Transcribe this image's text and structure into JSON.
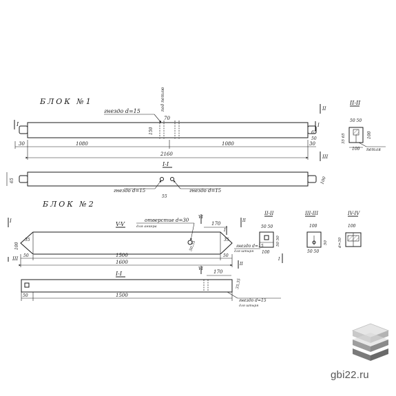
{
  "block1": {
    "title": "БЛОК №1",
    "section_marker": "I",
    "labels": {
      "nest_top": "гнездо d=15",
      "nest_loop_rotated": "под петлю",
      "dim_70": "70",
      "dim_150": "150",
      "dim_30_left": "30",
      "dim_1080_left": "1080",
      "dim_1080_right": "1080",
      "dim_30_right": "30",
      "dim_2160": "2160",
      "view_title": "I-I",
      "nest_bottom_left": "гнездо d=15",
      "nest_bottom_right": "гнездо d=15",
      "dim_55": "55",
      "dim_65": "65",
      "dim_100_right": "100",
      "dim_65_end": "65",
      "dim_50_end": "50",
      "sec_II": "II",
      "sec_III": "III"
    },
    "section_II": {
      "title": "II-II",
      "dim_top": "50 50",
      "dim_side": "100",
      "dim_bottom": "100",
      "dim_left": "35 65",
      "label_loop": "петля"
    }
  },
  "block2": {
    "title": "БЛОК №2",
    "labels": {
      "view_V": "V-V",
      "hole_label": "отверстие d=30",
      "hole_sub": "для анкера",
      "dim_170_top": "170",
      "dim_1500_top": "1500",
      "dim_1600": "1600",
      "dim_50_l": "50",
      "dim_50_r": "50",
      "dim_35_l": "35",
      "dim_35_r": "35",
      "dim_100_l": "100",
      "dim_50_35": "50,35",
      "nest_right": "гнездо d=15",
      "nest_right_sub": "для штыря",
      "view_I": "I-I",
      "dim_170_bot": "170",
      "dim_1500_bot": "1500",
      "dim_50_bot": "50",
      "dim_35_bot": "35,35",
      "nest_bottom": "гнездо d=15",
      "nest_bottom_sub": "для штыря",
      "sec_I": "I",
      "sec_II": "II",
      "sec_III": "III",
      "sec_IV": "IV",
      "sec_V": "V",
      "sec_VI": "VI"
    },
    "sections": [
      {
        "title": "II-II",
        "top": "50 50",
        "side": "50 50",
        "bottom": "100"
      },
      {
        "title": "III-III",
        "top": "100",
        "side": "50",
        "bottom": "50 50"
      },
      {
        "title": "IV-IV",
        "top": "100",
        "side": "d=30"
      }
    ]
  },
  "watermark": {
    "text": "gbi22.ru"
  }
}
